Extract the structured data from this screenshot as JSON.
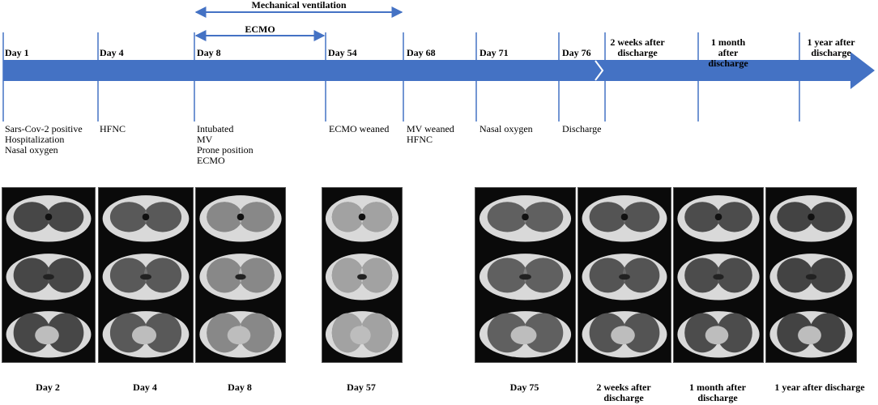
{
  "timeline": {
    "days": [
      {
        "label": "Day 1",
        "events": [
          "Sars-Cov-2 positive",
          "Hospitalization",
          "Nasal oxygen"
        ]
      },
      {
        "label": "Day 4",
        "events": [
          "HFNC"
        ]
      },
      {
        "label": "Day 8",
        "events": [
          "Intubated",
          "MV",
          "Prone position",
          "ECMO"
        ]
      },
      {
        "label": "Day 54",
        "events": [
          "ECMO weaned"
        ]
      },
      {
        "label": "Day 68",
        "events": [
          "MV weaned",
          "HFNC"
        ]
      },
      {
        "label": "Day 71",
        "events": [
          "Nasal oxygen"
        ]
      },
      {
        "label": "Day 76",
        "events": [
          "Discharge"
        ]
      },
      {
        "label": "2 weeks after discharge",
        "events": []
      },
      {
        "label": "1 month after discharge",
        "events": []
      },
      {
        "label": "1 year after discharge",
        "events": []
      }
    ],
    "spans": [
      {
        "label": "Mechanical ventilation",
        "from": "Day 8",
        "to": "Day 68"
      },
      {
        "label": "ECMO",
        "from": "Day 8",
        "to": "Day 54"
      }
    ],
    "arrow_color": "#4472C4"
  },
  "ct_panels": [
    {
      "caption": "Day 2",
      "opacity": 0.08
    },
    {
      "caption": "Day 4",
      "opacity": 0.18
    },
    {
      "caption": "Day 8",
      "opacity": 0.45
    },
    {
      "caption": "Day 57",
      "opacity": 0.6
    },
    {
      "caption": "Day 75",
      "opacity": 0.22
    },
    {
      "caption": "2 weeks after discharge",
      "opacity": 0.15
    },
    {
      "caption": "1 month after discharge",
      "opacity": 0.1
    },
    {
      "caption": "1 year after discharge",
      "opacity": 0.05
    }
  ]
}
